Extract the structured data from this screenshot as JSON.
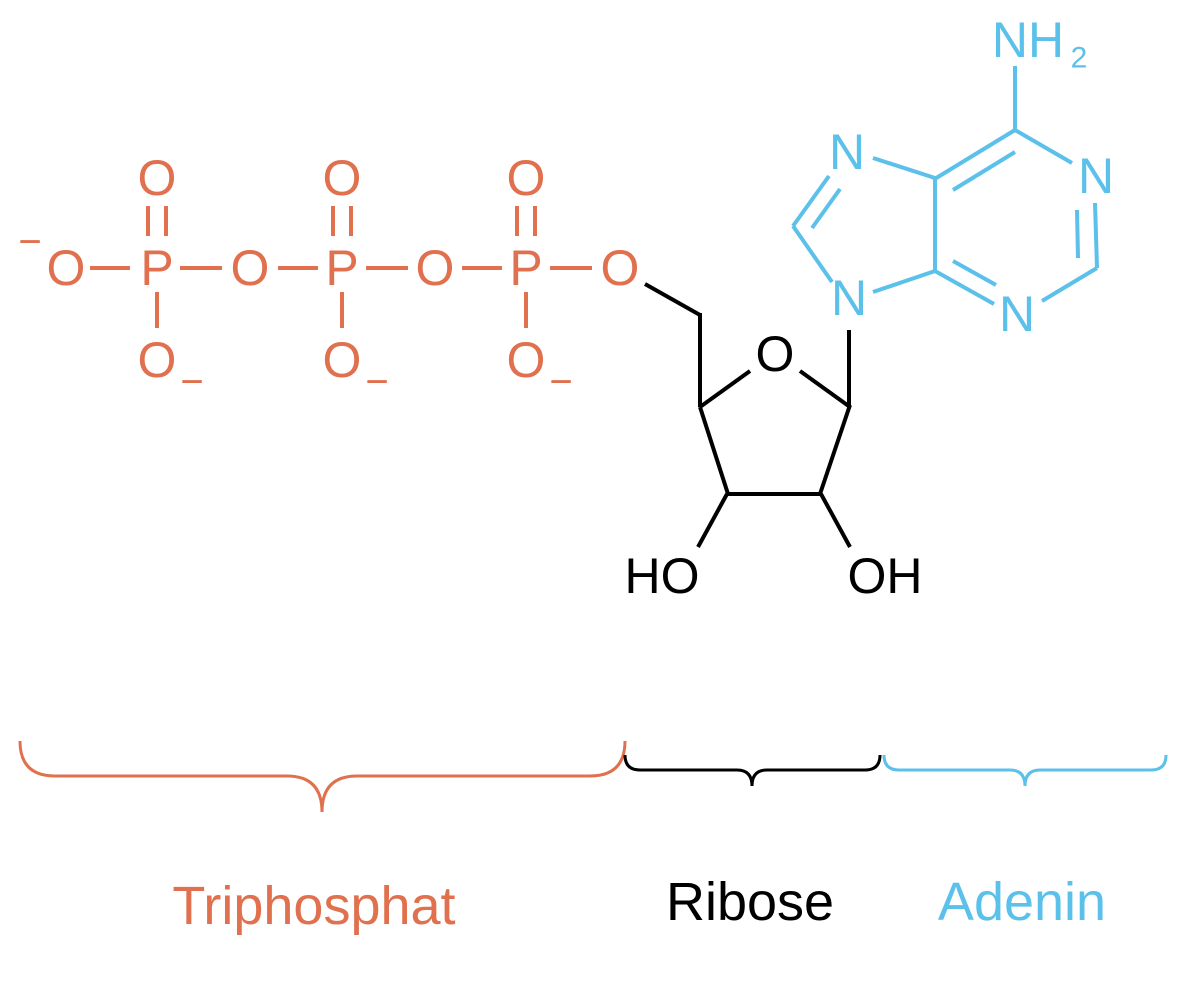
{
  "colors": {
    "triphosphate": "#e0704e",
    "ribose": "#000000",
    "adenine": "#5bc0ea"
  },
  "atoms": {
    "charge": "−",
    "oxygen": "O",
    "phosphorus": "P",
    "nitrogen": "N",
    "hydroxyl": "OH",
    "hydroxyl_left": "HO",
    "amine_n": "NH",
    "amine_sub": "2",
    "minus": "−"
  },
  "labels": {
    "triphosphate": "Triphosphat",
    "ribose": "Ribose",
    "adenine": "Adenin"
  }
}
